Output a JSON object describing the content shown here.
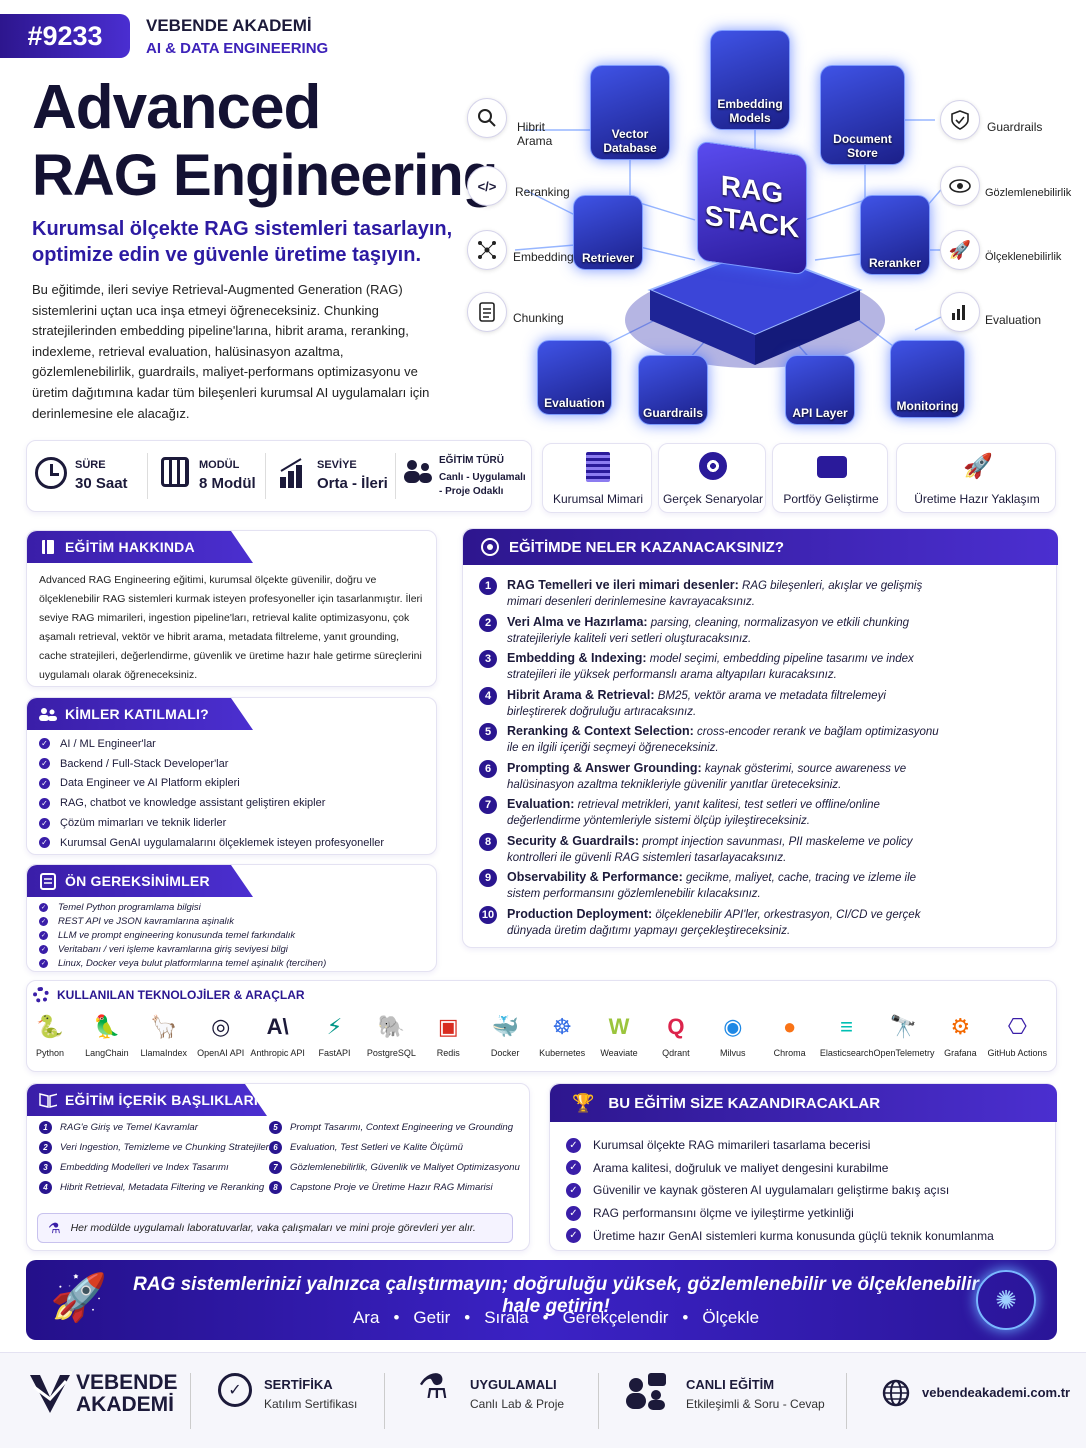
{
  "header": {
    "code": "#9233",
    "org": "VEBENDE AKADEMİ",
    "dept": "AI & DATA ENGINEERING",
    "title1": "Advanced",
    "title2": "RAG Engineering",
    "subtitle1": "Kurumsal ölçekte RAG sistemleri tasarlayın,",
    "subtitle2": "optimize edin ve güvenle üretime taşıyın.",
    "intro": "Bu eğitimde, ileri seviye Retrieval-Augmented Generation (RAG) sistemlerini uçtan uca inşa etmeyi öğreneceksiniz. Chunking stratejilerinden embedding pipeline'larına, hibrit arama, reranking, indexleme, retrieval evaluation, halüsinasyon azaltma, gözlemlenebilirlik, guardrails, maliyet-performans optimizasyonu ve üretim dağıtımına kadar tüm bileşenleri kurumsal AI uygulamaları için derinlemesine ele alacağız."
  },
  "stack": {
    "center1": "RAG",
    "center2": "STACK",
    "nodes": [
      "Vector Database",
      "Embedding Models",
      "Document Store",
      "Retriever",
      "Reranker",
      "Evaluation",
      "Guardrails",
      "API Layer",
      "Monitoring"
    ],
    "left": [
      "Hibrit Arama",
      "Reranking",
      "Embedding",
      "Chunking"
    ],
    "right": [
      "Guardrails",
      "Gözlemlenebilirlik",
      "Ölçeklenebilirlik",
      "Evaluation"
    ]
  },
  "facts": [
    {
      "label": "SÜRE",
      "value": "30 Saat"
    },
    {
      "label": "MODÜL",
      "value": "8 Modül"
    },
    {
      "label": "SEVİYE",
      "value": "Orta - İleri"
    },
    {
      "label": "EĞİTİM TÜRÜ",
      "value": "Canlı - Uygulamalı - Proje Odaklı"
    }
  ],
  "features": [
    "Kurumsal Mimari",
    "Gerçek Senaryolar",
    "Portföy Geliştirme",
    "Üretime Hazır Yaklaşım"
  ],
  "about": {
    "title": "EĞİTİM HAKKINDA",
    "text": "Advanced RAG Engineering eğitimi, kurumsal ölçekte güvenilir, doğru ve ölçeklenebilir RAG sistemleri kurmak isteyen profesyoneller için tasarlanmıştır. İleri seviye RAG mimarileri, ingestion pipeline'ları, retrieval kalite optimizasyonu, çok aşamalı retrieval, vektör ve hibrit arama, metadata filtreleme, yanıt grounding, cache stratejileri, değerlendirme, güvenlik ve üretime hazır hale getirme süreçlerini uygulamalı olarak öğreneceksiniz."
  },
  "audience": {
    "title": "KİMLER KATILMALI?",
    "items": [
      "AI / ML Engineer'lar",
      "Backend / Full-Stack Developer'lar",
      "Data Engineer ve AI Platform ekipleri",
      "RAG, chatbot ve knowledge assistant geliştiren ekipler",
      "Çözüm mimarları ve teknik liderler",
      "Kurumsal GenAI uygulamalarını ölçeklemek isteyen profesyoneller"
    ]
  },
  "prereq": {
    "title": "ÖN GEREKSİNİMLER",
    "items": [
      "Temel Python programlama bilgisi",
      "REST API ve JSON kavramlarına aşinalık",
      "LLM ve prompt engineering konusunda temel farkındalık",
      "Veritabanı / veri işleme kavramlarına giriş seviyesi bilgi",
      "Linux, Docker veya bulut platformlarına temel aşinalık (tercihen)"
    ]
  },
  "gains": {
    "title": "EĞİTİMDE NELER KAZANACAKSINIZ?",
    "items": [
      {
        "n": "1",
        "b": "RAG Temelleri ve ileri mimari desenler:",
        "t": " RAG bileşenleri, akışlar ve gelişmiş mimari desenleri derinlemesine kavrayacaksınız."
      },
      {
        "n": "2",
        "b": "Veri Alma ve Hazırlama:",
        "t": " parsing, cleaning, normalizasyon ve etkili chunking stratejileriyle kaliteli veri setleri oluşturacaksınız."
      },
      {
        "n": "3",
        "b": "Embedding & Indexing:",
        "t": " model seçimi, embedding pipeline tasarımı ve index stratejileri ile yüksek performanslı arama altyapıları kuracaksınız."
      },
      {
        "n": "4",
        "b": "Hibrit Arama & Retrieval:",
        "t": " BM25, vektör arama ve metadata filtrelemeyi birleştirerek doğruluğu artıracaksınız."
      },
      {
        "n": "5",
        "b": "Reranking & Context Selection:",
        "t": " cross-encoder rerank ve bağlam optimizasyonu ile en ilgili içeriği seçmeyi öğreneceksiniz."
      },
      {
        "n": "6",
        "b": "Prompting & Answer Grounding:",
        "t": " kaynak gösterimi, source awareness ve halüsinasyon azaltma teknikleriyle güvenilir yanıtlar üreteceksiniz."
      },
      {
        "n": "7",
        "b": "Evaluation:",
        "t": " retrieval metrikleri, yanıt kalitesi, test setleri  ve offline/online değerlendirme yöntemleriyle sistemi ölçüp iyileştireceksiniz."
      },
      {
        "n": "8",
        "b": "Security & Guardrails:",
        "t": " prompt injection savunması, PII maskeleme ve policy kontrolleri ile güvenli RAG sistemleri tasarlayacaksınız."
      },
      {
        "n": "9",
        "b": "Observability & Performance:",
        "t": " gecikme, maliyet, cache, tracing ve izleme ile sistem performansını gözlemlenebilir kılacaksınız."
      },
      {
        "n": "10",
        "b": "Production Deployment:",
        "t": " ölçeklenebilir API'ler, orkestrasyon, CI/CD ve gerçek dünyada üretim dağıtımı yapmayı gerçekleştireceksiniz."
      }
    ]
  },
  "tech": {
    "title": "KULLANILAN TEKNOLOJİLER & ARAÇLAR",
    "items": [
      "Python",
      "LangChain",
      "LlamaIndex",
      "OpenAI API",
      "Anthropic API",
      "FastAPI",
      "PostgreSQL",
      "Redis",
      "Docker",
      "Kubernetes",
      "Weaviate",
      "Qdrant",
      "Milvus",
      "Chroma",
      "Elasticsearch",
      "OpenTelemetry",
      "Grafana",
      "GitHub Actions"
    ]
  },
  "topics": {
    "title": "EĞİTİM İÇERİK BAŞLIKLARI",
    "items": [
      "RAG'e Giriş ve Temel Kavramlar",
      "Veri Ingestion, Temizleme ve Chunking Stratejileri",
      "Embedding Modelleri ve Index Tasarımı",
      "Hibrit Retrieval, Metadata Filtering ve Reranking",
      "Prompt Tasarımı, Context Engineering ve Grounding",
      "Evaluation, Test Setleri ve Kalite Ölçümü",
      "Gözlemlenebilirlik, Güvenlik ve Maliyet Optimizasyonu",
      "Capstone Proje ve Üretime Hazır RAG Mimarisi"
    ],
    "note": "Her modülde uygulamalı laboratuvarlar, vaka çalışmaları ve mini proje görevleri yer alır."
  },
  "benefits": {
    "title": "BU EĞİTİM SİZE KAZANDIRACAKLAR",
    "items": [
      "Kurumsal ölçekte RAG mimarileri tasarlama becerisi",
      "Arama kalitesi, doğruluk ve maliyet dengesini kurabilme",
      "Güvenilir ve kaynak gösteren AI uygulamaları geliştirme bakış açısı",
      "RAG performansını ölçme ve iyileştirme yetkinliği",
      "Üretime hazır GenAI sistemleri kurma konusunda güçlü teknik konumlanma"
    ]
  },
  "banner": {
    "text": "RAG sistemlerinizi yalnızca çalıştırmayın; doğruluğu yüksek, gözlemlenebilir ve ölçeklenebilir hale getirin!",
    "steps": [
      "Ara",
      "Getir",
      "Sırala",
      "Gerekçelendir",
      "Ölçekle"
    ]
  },
  "footer": {
    "brand1": "VEBENDE",
    "brand2": "AKADEMİ",
    "items": [
      {
        "t": "SERTİFİKA",
        "s": "Katılım Sertifikası"
      },
      {
        "t": "UYGULAMALI",
        "s": "Canlı Lab & Proje"
      },
      {
        "t": "CANLI EĞİTİM",
        "s": "Etkileşimli & Soru - Cevap"
      }
    ],
    "url": "vebendeakademi.com.tr"
  },
  "colors": {
    "primary": "#3a1ea8",
    "accent": "#4b2fd0",
    "dark": "#1c1a3a"
  }
}
